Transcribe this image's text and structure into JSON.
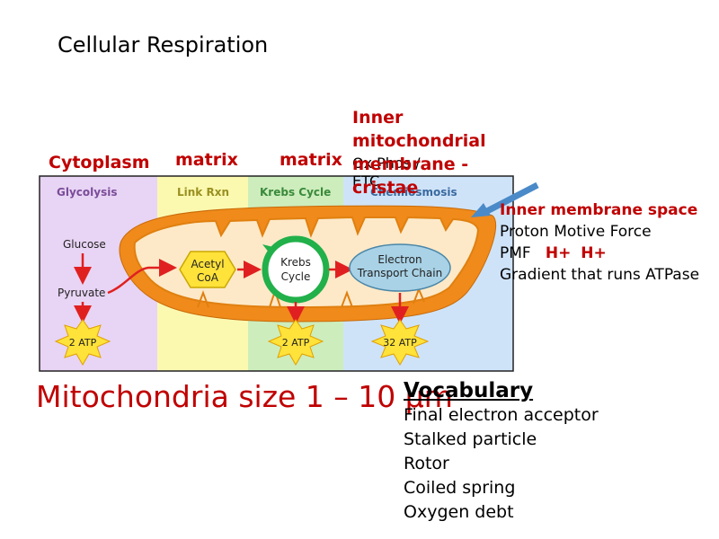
{
  "title": "Cellular Respiration",
  "labels": {
    "cytoplasm": "Cytoplasm",
    "matrix1": "matrix",
    "matrix2": "matrix",
    "inner_membrane": "Inner mitochondrial membrane - cristae",
    "oxphos": "Ox Phos / ETC",
    "inner_space": "Inner membrane space",
    "pmf_line1": "Proton Motive Force",
    "pmf_label": "PMF",
    "hplus1": "H+",
    "hplus2": "H+",
    "gradient": "Gradient that runs ATPase"
  },
  "diagram": {
    "sections": {
      "glycolysis": "Glycolysis",
      "link": "Link Rxn",
      "krebs": "Krebs Cycle",
      "etc": "Chemiosmosis"
    },
    "glucose": "Glucose",
    "pyruvate": "Pyruvate",
    "acetyl_line1": "Acetyl",
    "acetyl_line2": "CoA",
    "krebs_line1": "Krebs",
    "krebs_line2": "Cycle",
    "etc_line1": "Electron",
    "etc_line2": "Transport Chain",
    "atp1": "2 ATP",
    "atp2": "2 ATP",
    "atp3": "32 ATP",
    "colors": {
      "glycolysis_bg": "#e8d4f4",
      "link_bg": "#fbf9b0",
      "krebs_bg": "#cdedbd",
      "etc_bg": "#cfe3f8",
      "outer_membrane": "#f08a1a",
      "matrix_fill": "#fde9c8",
      "arrow_red": "#e02020",
      "star_yellow": "#ffe23a"
    }
  },
  "size_text": "Mitochondria size 1 – 10 µm",
  "vocabulary": {
    "heading": "Vocabulary",
    "items": [
      "Final electron acceptor",
      "Stalked particle",
      "Rotor",
      "Coiled spring",
      "Oxygen debt"
    ]
  }
}
